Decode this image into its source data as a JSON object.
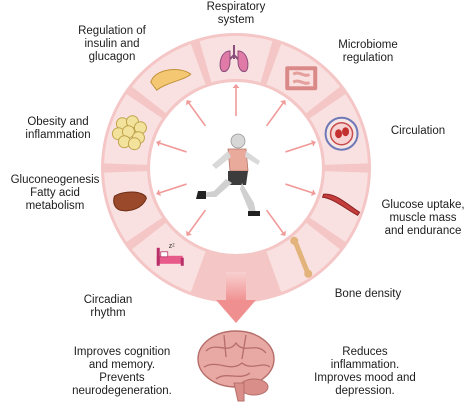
{
  "diagram": {
    "center_icon": "running-person-icon",
    "effects": [
      {
        "id": "respiratory",
        "lines": [
          "Respiratory",
          "system"
        ],
        "icon": "lungs-icon"
      },
      {
        "id": "microbiome",
        "lines": [
          "Microbiome",
          "regulation"
        ],
        "icon": "intestine-icon"
      },
      {
        "id": "circulation",
        "lines": [
          "Circulation"
        ],
        "icon": "blood-vessel-icon"
      },
      {
        "id": "glucose",
        "lines": [
          "Glucose uptake,",
          "muscle mass",
          "and endurance"
        ],
        "icon": "muscle-icon"
      },
      {
        "id": "bone",
        "lines": [
          "Bone density"
        ],
        "icon": "bone-icon"
      },
      {
        "id": "circadian",
        "lines": [
          "Circadian",
          "rhythm"
        ],
        "icon": "bed-icon"
      },
      {
        "id": "gluconeo",
        "lines": [
          "Gluconeogenesis",
          "Fatty acid",
          "metabolism"
        ],
        "icon": "liver-icon"
      },
      {
        "id": "obesity",
        "lines": [
          "Obesity and",
          "inflammation"
        ],
        "icon": "adipose-tissue-icon"
      },
      {
        "id": "insulin",
        "lines": [
          "Regulation of",
          "insulin and",
          "glucagon"
        ],
        "icon": "pancreas-icon"
      }
    ],
    "brain": {
      "icon": "brain-icon",
      "left_lines": [
        "Improves cognition",
        "and memory.",
        "Prevents",
        "neurodegeneration."
      ],
      "right_lines": [
        "Reduces",
        "inflammation.",
        "Improves mood and",
        "depression."
      ]
    },
    "colors": {
      "ring_outer": "#f4c6c6",
      "ring_sector": "#fae1e1",
      "arrow": "#f09a9a",
      "big_arrow": "#f3a8a8"
    }
  }
}
